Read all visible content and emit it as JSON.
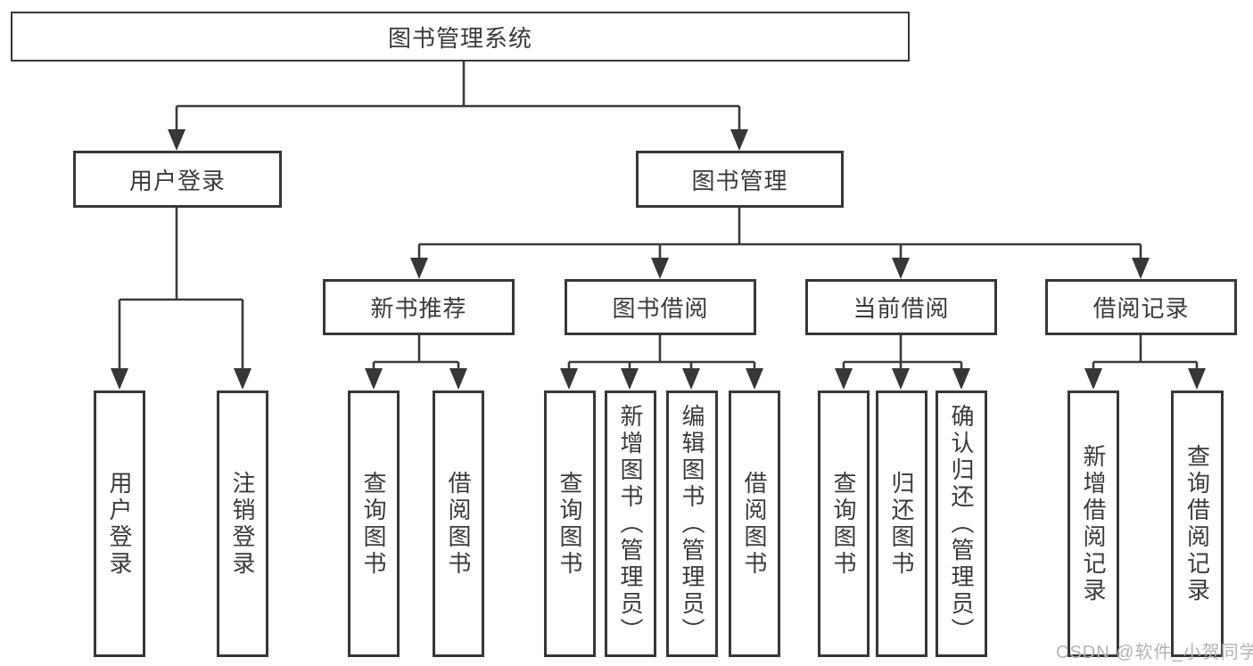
{
  "diagram": {
    "root": {
      "label": "图书管理系统"
    },
    "user_login": {
      "label": "用户登录",
      "children": [
        {
          "label": "用户登录"
        },
        {
          "label": "注销登录"
        }
      ]
    },
    "book_management": {
      "label": "图书管理",
      "sections": [
        {
          "label": "新书推荐",
          "children": [
            {
              "label": "查询图书"
            },
            {
              "label": "借阅图书"
            }
          ]
        },
        {
          "label": "图书借阅",
          "children": [
            {
              "label": "查询图书"
            },
            {
              "label": "新增图书（管理员）"
            },
            {
              "label": "编辑图书（管理员）"
            },
            {
              "label": "借阅图书"
            }
          ]
        },
        {
          "label": "当前借阅",
          "children": [
            {
              "label": "查询图书"
            },
            {
              "label": "归还图书"
            },
            {
              "label": "确认归还（管理员）"
            }
          ]
        },
        {
          "label": "借阅记录",
          "children": [
            {
              "label": "新增借阅记录"
            },
            {
              "label": "查询借阅记录"
            }
          ]
        }
      ]
    }
  },
  "watermark": {
    "text": "CSDN @软件_小贺同学"
  },
  "colors": {
    "line": "#3a3a3a",
    "border": "#373737",
    "watermark": "#b3b3b3"
  }
}
